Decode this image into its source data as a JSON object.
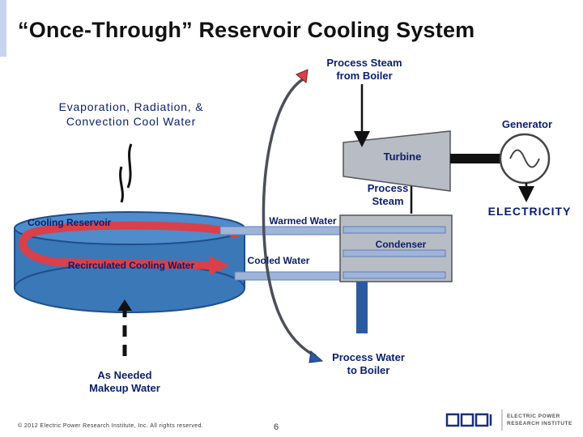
{
  "slide": {
    "title": "“Once-Through” Reservoir Cooling System",
    "page_number": "6",
    "copyright": "© 2012 Electric Power Research Institute, Inc. All rights reserved."
  },
  "labels": {
    "process_steam_from_boiler_line1": "Process Steam",
    "process_steam_from_boiler_line2": "from Boiler",
    "evaporation_line1": "Evaporation, Radiation, &",
    "evaporation_line2": "Convection Cool Water",
    "generator": "Generator",
    "turbine": "Turbine",
    "process_steam_line1": "Process",
    "process_steam_line2": "Steam",
    "electricity": "ELECTRICITY",
    "cooling_reservoir": "Cooling Reservoir",
    "warmed_water": "Warmed Water",
    "condenser": "Condenser",
    "recirculated_cooling_water": "Recirculated Cooling Water",
    "cooled_water": "Cooled Water",
    "process_water_line1": "Process Water",
    "process_water_line2": "to Boiler",
    "makeup_line1": "As Needed",
    "makeup_line2": "Makeup Water"
  },
  "logo": {
    "mark": "EPRI",
    "line1": "ELECTRIC POWER",
    "line2": "RESEARCH INSTITUTE"
  },
  "colors": {
    "label_blue": "#0b1e6e",
    "reservoir_blue": "#3a78b8",
    "reservoir_dark": "#1f4e8a",
    "arrow_red": "#d9404a",
    "pipe_warm": "#9fb4d8",
    "condenser_blue": "#2c5aa0",
    "turbine_gray": "#b8bcc4",
    "title_bar": "#c6d4ee"
  }
}
